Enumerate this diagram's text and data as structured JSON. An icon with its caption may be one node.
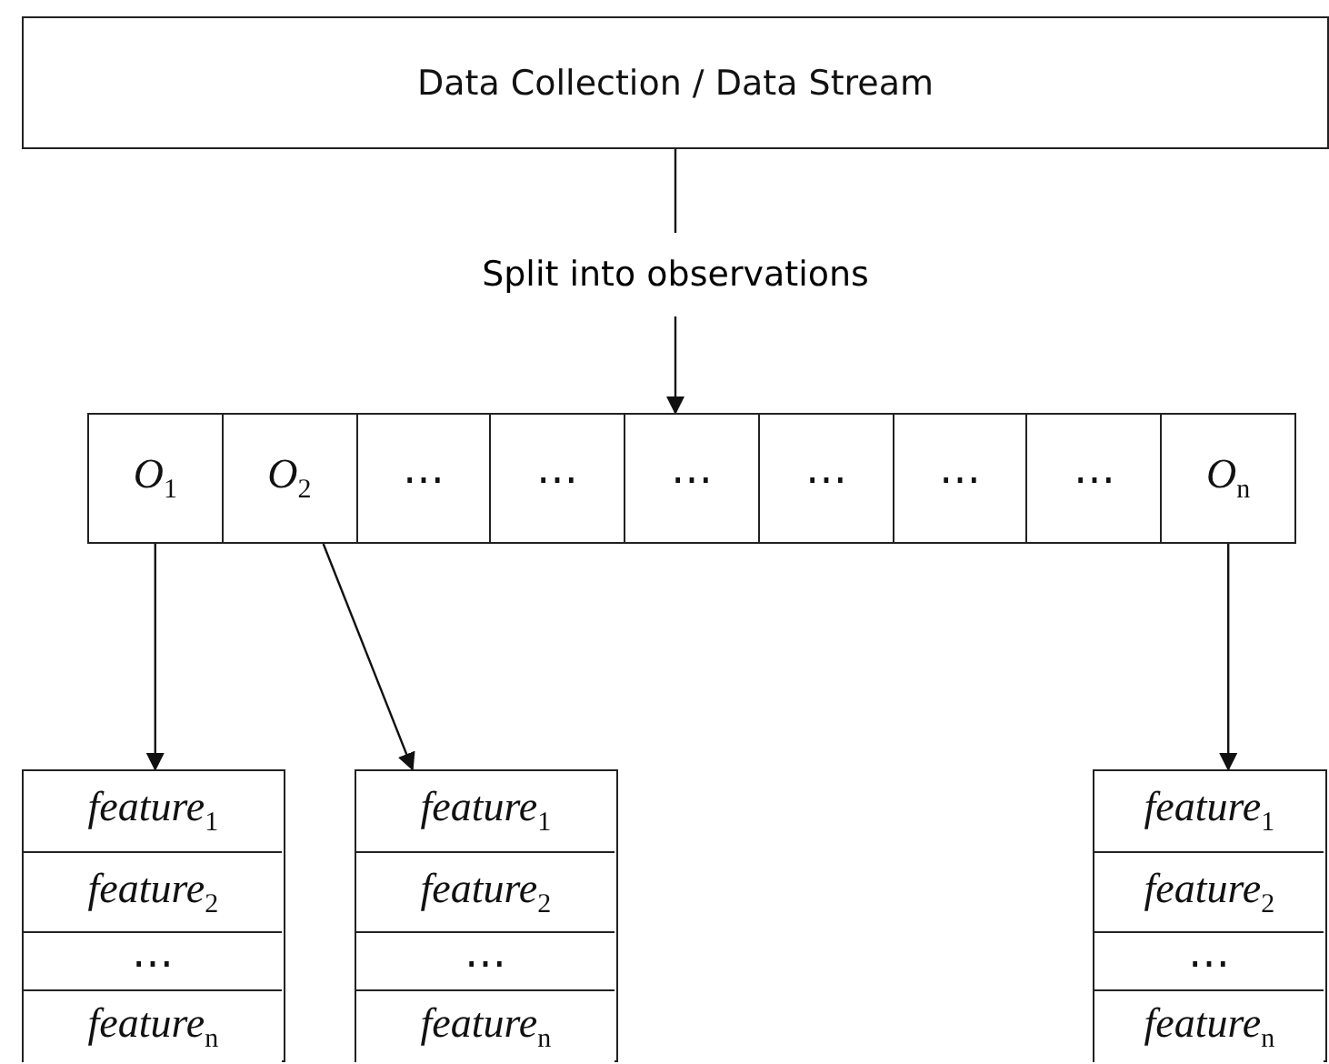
{
  "diagram": {
    "nodes": [
      {
        "text": [
          "Data Collection / Data Stream"
        ]
      },
      {
        "text": [
          "*O*$_{1}$"
        ]
      },
      {
        "text": [
          "*O*$_{2}$"
        ]
      },
      {
        "text": [
          "⋯"
        ]
      },
      {
        "text": [
          "⋯"
        ]
      },
      {
        "text": [
          "⋯"
        ]
      },
      {
        "text": [
          "⋯"
        ]
      },
      {
        "text": [
          "⋯"
        ]
      },
      {
        "text": [
          "⋯"
        ]
      },
      {
        "text": [
          "*O*$_{n}$"
        ]
      },
      {
        "text": [],
        "shape": "box"
      },
      {
        "text": [
          "*feature*$_{1}$"
        ],
        "in": 10
      },
      {
        "text": [
          "*feature*$_{2}$"
        ],
        "in": 10
      },
      {
        "text": [
          "⋯"
        ],
        "in": 10
      },
      {
        "text": [
          "*feature*$_{n}$"
        ],
        "in": 10
      },
      {
        "text": [],
        "shape": "box"
      },
      {
        "text": [
          "*feature*$_{1}$"
        ],
        "in": 15
      },
      {
        "text": [
          "*feature*$_{2}$"
        ],
        "in": 15
      },
      {
        "text": [
          "⋯"
        ],
        "in": 15
      },
      {
        "text": [
          "*feature*$_{n}$"
        ],
        "in": 15
      },
      {
        "text": [],
        "shape": "box"
      },
      {
        "text": [
          "*feature*$_{1}$"
        ],
        "in": 20
      },
      {
        "text": [
          "*feature*$_{2}$"
        ],
        "in": 20
      },
      {
        "text": [
          "⋯"
        ],
        "in": 20
      },
      {
        "text": [
          "*feature*$_{n}$"
        ],
        "in": 20
      }
    ],
    "edges": [
      {
        "from": 0,
        "to": 5,
        "arrow": "to",
        "label": "Split into observations"
      },
      {
        "from": 1,
        "to": 10,
        "arrow": "to"
      },
      {
        "from": 2,
        "to": 15,
        "arrow": "to"
      },
      {
        "from": 9,
        "to": 20,
        "arrow": "to"
      }
    ]
  }
}
